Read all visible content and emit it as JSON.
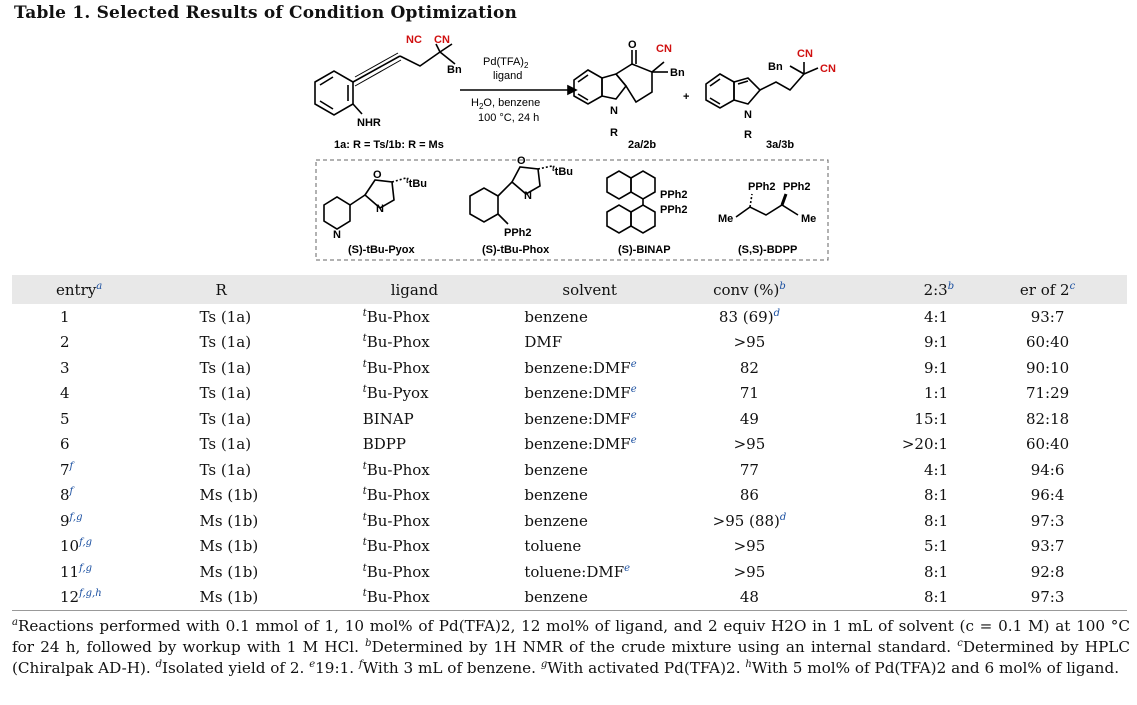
{
  "title": "Table 1. Selected Results of Condition Optimization",
  "scheme": {
    "nc_left": "NC",
    "cn_top": "CN",
    "bn": "Bn",
    "nhr": "NHR",
    "substrate_label": "1a: R = Ts/1b: R = Ms",
    "reagent_line1": "Pd(TFA)",
    "reagent_sub": "2",
    "reagent_line2": "ligand",
    "condition_line1": "H",
    "condition_line1b": "O, benzene",
    "condition_line2": "100 °C, 24 h",
    "product_2_label": "2a/2b",
    "product_3_label": "3a/3b",
    "plus": "+",
    "n_atom": "N",
    "r_atom": "R",
    "o_atom": "O",
    "ligands": [
      {
        "tag": "tBu",
        "label": "(S)-tBu-Pyox"
      },
      {
        "tag": "tBu",
        "label": "(S)-tBu-Phox",
        "pph2": "PPh2"
      },
      {
        "label": "(S)-BINAP",
        "pph2a": "PPh2",
        "pph2b": "PPh2"
      },
      {
        "label": "(S,S)-BDPP",
        "pph2a": "PPh2",
        "pph2b": "PPh2",
        "me": "Me"
      }
    ]
  },
  "table": {
    "headers": {
      "entry": "entry",
      "entry_sup": "a",
      "r": "R",
      "ligand": "ligand",
      "solvent": "solvent",
      "conv": "conv (%)",
      "conv_sup": "b",
      "ratio": "2:3",
      "ratio_sup": "b",
      "er": "er of 2",
      "er_sup": "c"
    },
    "rows": [
      {
        "entry": "1",
        "entry_sup": "",
        "r": "Ts (1a)",
        "ligand_sup": "t",
        "ligand": "Bu-Phox",
        "solvent": "benzene",
        "solvent_sup": "",
        "conv": "83 (69)",
        "conv_sup": "d",
        "ratio": "4:1",
        "er": "93:7"
      },
      {
        "entry": "2",
        "entry_sup": "",
        "r": "Ts (1a)",
        "ligand_sup": "t",
        "ligand": "Bu-Phox",
        "solvent": "DMF",
        "solvent_sup": "",
        "conv": ">95",
        "conv_sup": "",
        "ratio": "9:1",
        "er": "60:40"
      },
      {
        "entry": "3",
        "entry_sup": "",
        "r": "Ts (1a)",
        "ligand_sup": "t",
        "ligand": "Bu-Phox",
        "solvent": "benzene:DMF",
        "solvent_sup": "e",
        "conv": "82",
        "conv_sup": "",
        "ratio": "9:1",
        "er": "90:10"
      },
      {
        "entry": "4",
        "entry_sup": "",
        "r": "Ts (1a)",
        "ligand_sup": "t",
        "ligand": "Bu-Pyox",
        "solvent": "benzene:DMF",
        "solvent_sup": "e",
        "conv": "71",
        "conv_sup": "",
        "ratio": "1:1",
        "er": "71:29"
      },
      {
        "entry": "5",
        "entry_sup": "",
        "r": "Ts (1a)",
        "ligand_sup": "",
        "ligand": "BINAP",
        "solvent": "benzene:DMF",
        "solvent_sup": "e",
        "conv": "49",
        "conv_sup": "",
        "ratio": "15:1",
        "er": "82:18"
      },
      {
        "entry": "6",
        "entry_sup": "",
        "r": "Ts (1a)",
        "ligand_sup": "",
        "ligand": "BDPP",
        "solvent": "benzene:DMF",
        "solvent_sup": "e",
        "conv": ">95",
        "conv_sup": "",
        "ratio": ">20:1",
        "er": "60:40"
      },
      {
        "entry": "7",
        "entry_sup": "f",
        "r": "Ts (1a)",
        "ligand_sup": "t",
        "ligand": "Bu-Phox",
        "solvent": "benzene",
        "solvent_sup": "",
        "conv": "77",
        "conv_sup": "",
        "ratio": "4:1",
        "er": "94:6"
      },
      {
        "entry": "8",
        "entry_sup": "f",
        "r": "Ms (1b)",
        "ligand_sup": "t",
        "ligand": "Bu-Phox",
        "solvent": "benzene",
        "solvent_sup": "",
        "conv": "86",
        "conv_sup": "",
        "ratio": "8:1",
        "er": "96:4"
      },
      {
        "entry": "9",
        "entry_sup": "f,g",
        "r": "Ms (1b)",
        "ligand_sup": "t",
        "ligand": "Bu-Phox",
        "solvent": "benzene",
        "solvent_sup": "",
        "conv": ">95 (88)",
        "conv_sup": "d",
        "ratio": "8:1",
        "er": "97:3"
      },
      {
        "entry": "10",
        "entry_sup": "f,g",
        "r": "Ms (1b)",
        "ligand_sup": "t",
        "ligand": "Bu-Phox",
        "solvent": "toluene",
        "solvent_sup": "",
        "conv": ">95",
        "conv_sup": "",
        "ratio": "5:1",
        "er": "93:7"
      },
      {
        "entry": "11",
        "entry_sup": "f,g",
        "r": "Ms (1b)",
        "ligand_sup": "t",
        "ligand": "Bu-Phox",
        "solvent": "toluene:DMF",
        "solvent_sup": "e",
        "conv": ">95",
        "conv_sup": "",
        "ratio": "8:1",
        "er": "92:8"
      },
      {
        "entry": "12",
        "entry_sup": "f,g,h",
        "r": "Ms (1b)",
        "ligand_sup": "t",
        "ligand": "Bu-Phox",
        "solvent": "benzene",
        "solvent_sup": "",
        "conv": "48",
        "conv_sup": "",
        "ratio": "8:1",
        "er": "97:3"
      }
    ]
  },
  "footnotes": {
    "a": "Reactions performed with 0.1 mmol of 1, 10 mol% of Pd(TFA)2, 12 mol% of ligand, and 2 equiv H2O in 1 mL of solvent (c = 0.1 M) at 100 °C for 24 h, followed by workup with 1 M HCl.",
    "b": "Determined by 1H NMR of the crude mixture using an internal standard.",
    "c": "Determined by HPLC (Chiralpak AD-H).",
    "d": "Isolated yield of 2.",
    "e": "19:1.",
    "f": "With 3 mL of benzene.",
    "g": "With activated Pd(TFA)2.",
    "h": "With 5 mol% of Pd(TFA)2 and 6 mol% of ligand."
  }
}
